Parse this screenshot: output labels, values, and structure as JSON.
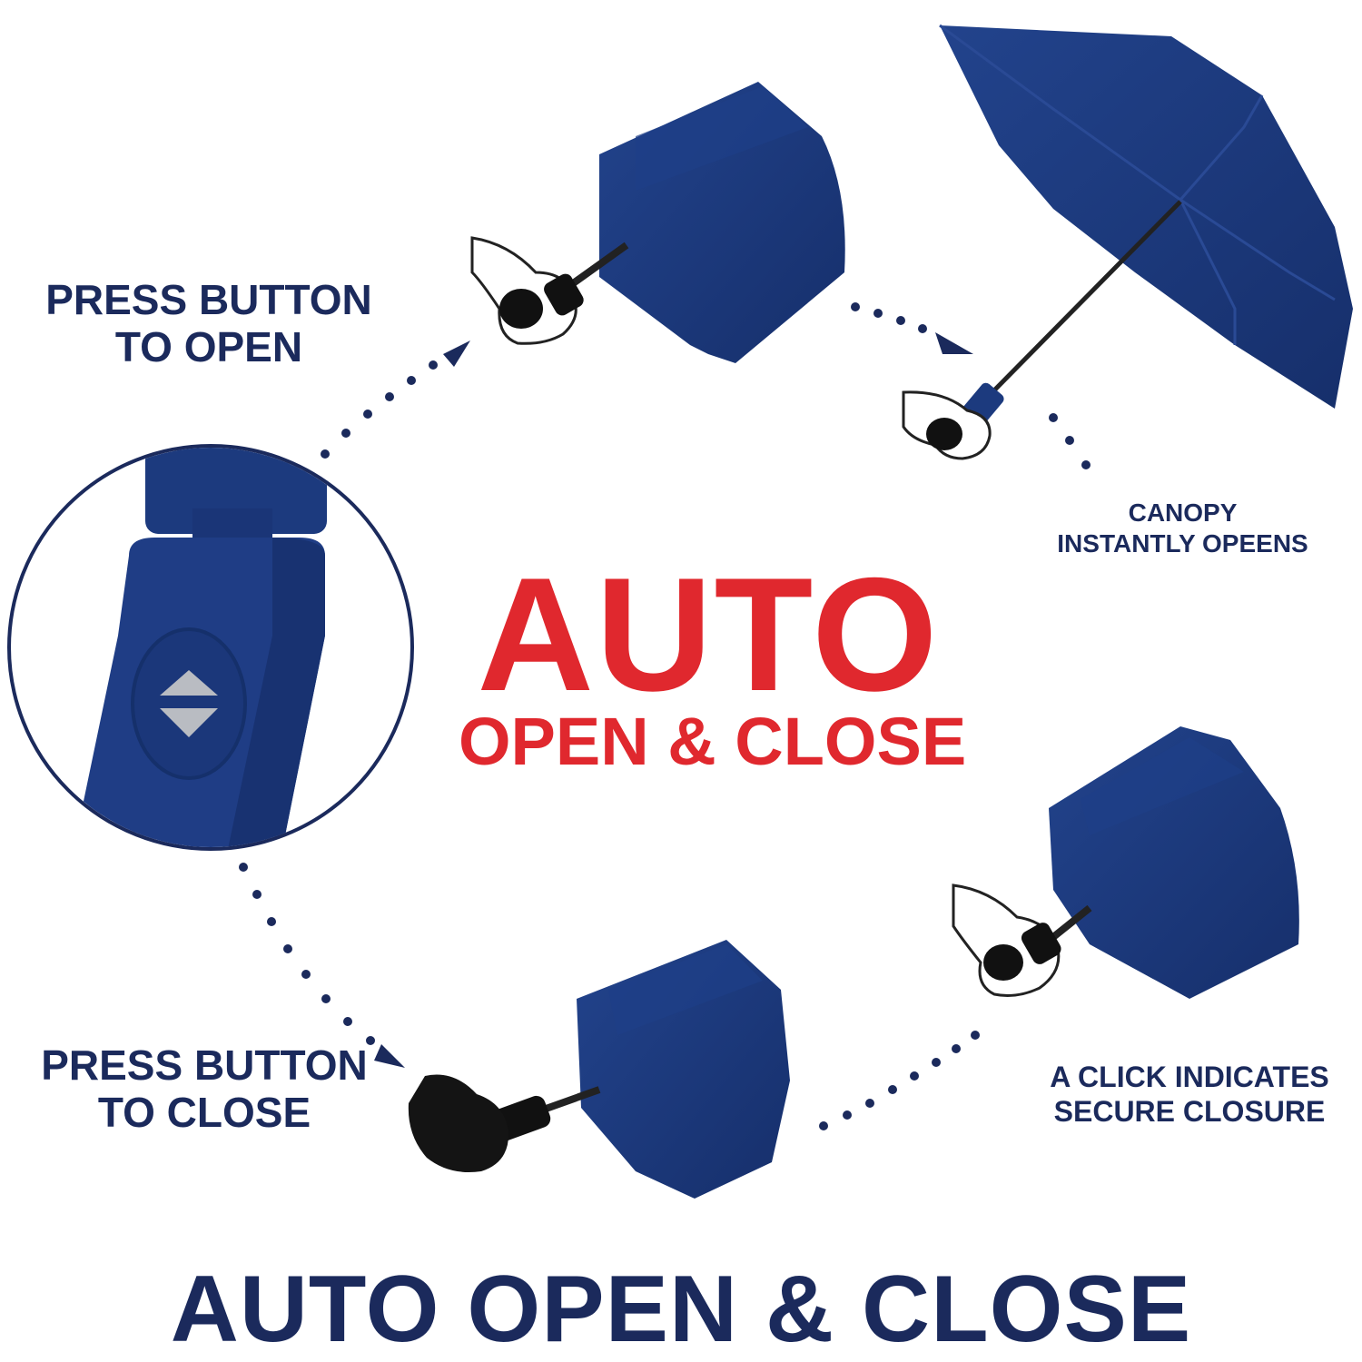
{
  "labels": {
    "press_open": [
      "PRESS BUTTON",
      "TO OPEN"
    ],
    "press_close": [
      "PRESS BUTTON",
      "TO CLOSE"
    ],
    "canopy": [
      "CANOPY",
      "INSTANTLY OPEENS"
    ],
    "click": [
      "A CLICK INDICATES",
      "SECURE CLOSURE"
    ]
  },
  "hero": {
    "auto": "AUTO",
    "subtitle": "OPEN & CLOSE"
  },
  "bottom_title": "AUTO OPEN & CLOSE",
  "colors": {
    "navy": "#1b2a5c",
    "canopy_blue": "#1c3a7e",
    "red": "#e0282e",
    "button_grey": "#b9bcc2"
  },
  "icons": [
    "umbrella-button-closeup",
    "hand-icon",
    "dotted-arrow",
    "open-umbrella",
    "closed-umbrella"
  ]
}
